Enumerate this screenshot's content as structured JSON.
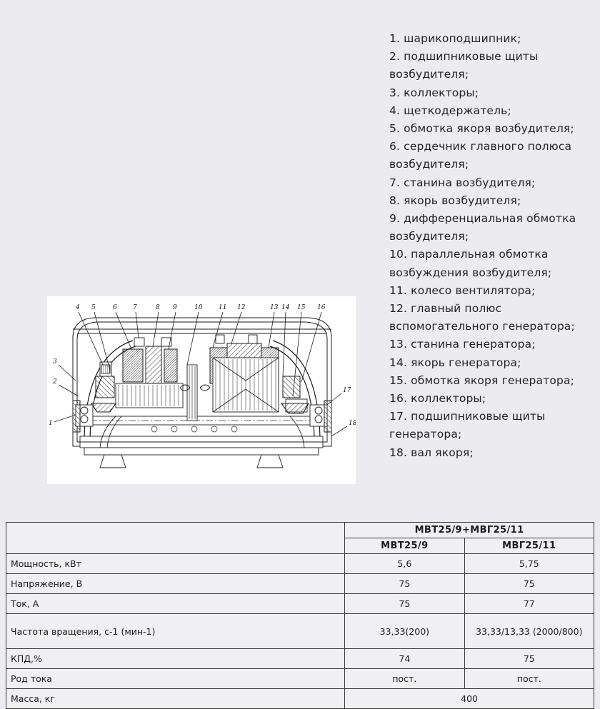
{
  "figure": {
    "alt_name": "cross-section-drawing-mvt25-mvg25",
    "callouts_top": [
      "4",
      "5",
      "6",
      "7",
      "8",
      "9",
      "10",
      "11",
      "12",
      "13",
      "14",
      "15",
      "16"
    ],
    "callouts_left": [
      "3",
      "2",
      "1"
    ],
    "callouts_right": [
      "17",
      "18"
    ]
  },
  "legend": {
    "items": [
      "1. шарикоподшипник;",
      "2. подшипниковые щиты возбудителя;",
      "3. коллекторы;",
      "4. щеткодержатель;",
      "5. обмотка якоря возбудителя;",
      "6. сердечник главного полюса возбудителя;",
      "7. станина возбудителя;",
      "8. якорь возбудителя;",
      "9. дифференциальная обмотка возбудителя;",
      "10. параллельная обмотка возбуждения возбудителя;",
      "11. колесо вентилятора;",
      "12. главный полюс вспомогательного генератора;",
      "13. станина генератора;",
      "14. якорь генератора;",
      "15. обмотка якоря генератора;",
      "16. коллекторы;",
      "17. подшипниковые щиты генератора;",
      "18. вал якоря;"
    ]
  },
  "spec_table": {
    "group_header": "МВТ25/9+МВГ25/11",
    "column_headers": [
      "МВТ25/9",
      "МВГ25/11"
    ],
    "rows": [
      {
        "label": "Мощность, кВт",
        "a": "5,6",
        "b": "5,75",
        "merged": false,
        "tall": false
      },
      {
        "label": "Напряжение, В",
        "a": "75",
        "b": "75",
        "merged": false,
        "tall": false
      },
      {
        "label": "Ток, А",
        "a": "75",
        "b": "77",
        "merged": false,
        "tall": false
      },
      {
        "label": "Частота вращения, с-1 (мин-1)",
        "a": "33,33(200)",
        "b": "33,33/13,33 (2000/800)",
        "merged": false,
        "tall": true
      },
      {
        "label": "КПД,%",
        "a": "74",
        "b": "75",
        "merged": false,
        "tall": false
      },
      {
        "label": "Род тока",
        "a": "пост.",
        "b": "пост.",
        "merged": false,
        "tall": false
      },
      {
        "label": "Масса, кг",
        "a": "400",
        "b": "",
        "merged": true,
        "tall": false
      }
    ]
  },
  "colors": {
    "page_background": "#ebebf0",
    "panel_background": "#ffffff",
    "table_border": "#3a3a3a",
    "table_cell": "#f0f0f3",
    "text": "#1d1d1d"
  }
}
